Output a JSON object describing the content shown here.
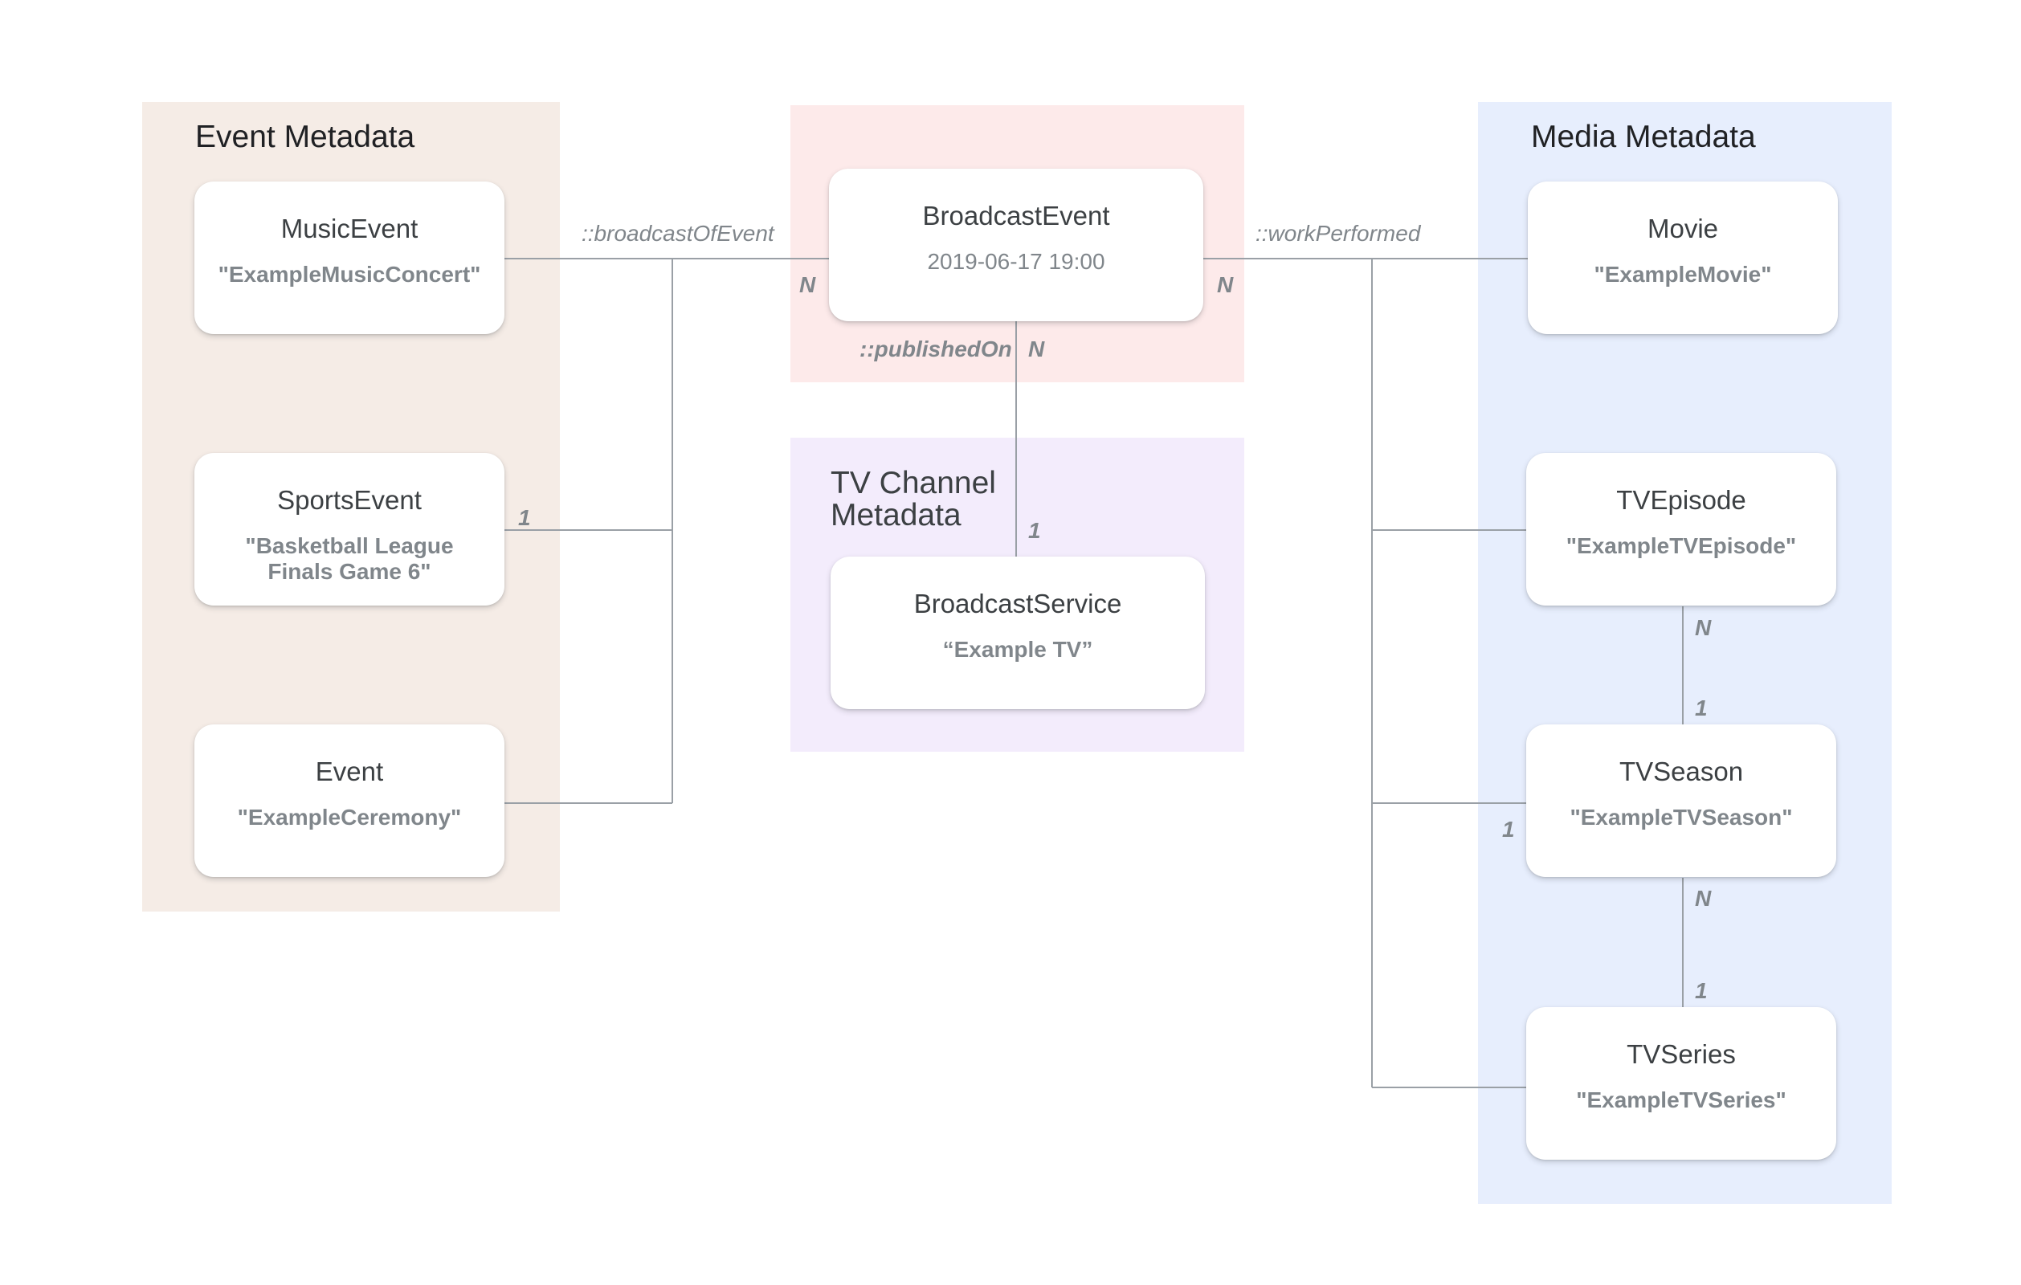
{
  "regions": {
    "event_metadata": "Event Metadata",
    "tv_channel_metadata_line1": "TV Channel",
    "tv_channel_metadata_line2": "Metadata",
    "media_metadata": "Media Metadata"
  },
  "nodes": {
    "music_event": {
      "type": "MusicEvent",
      "value": "\"ExampleMusicConcert\""
    },
    "sports_event": {
      "type": "SportsEvent",
      "value": "\"Basketball League Finals Game 6\""
    },
    "event": {
      "type": "Event",
      "value": "\"ExampleCeremony\""
    },
    "broadcast_event": {
      "type": "BroadcastEvent",
      "value": "2019-06-17 19:00"
    },
    "broadcast_service": {
      "type": "BroadcastService",
      "value": "“Example TV”"
    },
    "movie": {
      "type": "Movie",
      "value": "\"ExampleMovie\""
    },
    "tv_episode": {
      "type": "TVEpisode",
      "value": "\"ExampleTVEpisode\""
    },
    "tv_season": {
      "type": "TVSeason",
      "value": "\"ExampleTVSeason\""
    },
    "tv_series": {
      "type": "TVSeries",
      "value": "\"ExampleTVSeries\""
    }
  },
  "edges": {
    "broadcast_of_event": "::broadcastOfEvent",
    "work_performed": "::workPerformed",
    "published_on": "::publishedOn"
  },
  "cardinality": {
    "event_side": "1",
    "broadcast_left": "N",
    "broadcast_right": "N",
    "published_broadcast": "N",
    "published_service": "1",
    "episode_bottom": "N",
    "season_top": "1",
    "season_left": "1",
    "season_bottom": "N",
    "series_top": "1"
  },
  "colors": {
    "event_region": "#f5ece6",
    "broadcast_region": "#fdeaea",
    "tv_channel_region": "#f3ecfc",
    "media_region": "#e7eefd",
    "connector": "#9aa0a6"
  }
}
